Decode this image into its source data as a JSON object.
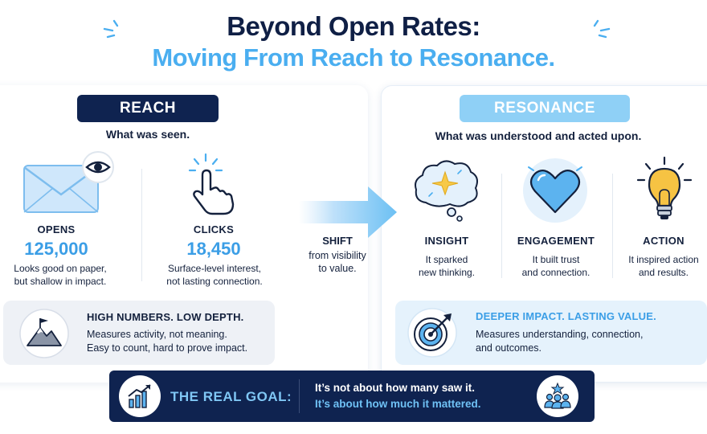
{
  "header": {
    "title_line1": "Beyond Open Rates:",
    "title_line2": "Moving From Reach to Resonance."
  },
  "reach": {
    "label": "REACH",
    "subtitle": "What was seen.",
    "metrics": [
      {
        "label": "OPENS",
        "value": "125,000",
        "desc_line1": "Looks good on paper,",
        "desc_line2": "but shallow in impact.",
        "icon": "envelope-eye-icon"
      },
      {
        "label": "CLICKS",
        "value": "18,450",
        "desc_line1": "Surface-level interest,",
        "desc_line2": "not lasting connection.",
        "icon": "pointer-hand-icon"
      }
    ],
    "summary": {
      "heading": "HIGH NUMBERS. LOW DEPTH.",
      "line1": "Measures activity, not meaning.",
      "line2": "Easy to count, hard to prove impact.",
      "icon": "mountain-flag-icon"
    }
  },
  "shift": {
    "label": "SHIFT",
    "line1": "from visibility",
    "line2": "to value.",
    "icon": "arrow-right-icon"
  },
  "resonance": {
    "label": "RESONANCE",
    "subtitle": "What was understood and acted upon.",
    "items": [
      {
        "label": "INSIGHT",
        "desc_line1": "It sparked",
        "desc_line2": "new thinking.",
        "icon": "thought-bubble-icon"
      },
      {
        "label": "ENGAGEMENT",
        "desc_line1": "It built trust",
        "desc_line2": "and connection.",
        "icon": "heart-icon"
      },
      {
        "label": "ACTION",
        "desc_line1": "It inspired action",
        "desc_line2": "and results.",
        "icon": "lightbulb-icon"
      }
    ],
    "summary": {
      "heading": "DEEPER IMPACT. LASTING VALUE.",
      "line1": "Measures understanding, connection,",
      "line2": "and outcomes.",
      "icon": "target-icon"
    }
  },
  "goal": {
    "title": "THE REAL GOAL:",
    "line1": "It’s not about how many saw it.",
    "line2": "It’s about how much it mattered.",
    "left_icon": "growth-chart-icon",
    "right_icon": "team-star-icon"
  },
  "colors": {
    "navy": "#0f2350",
    "accent_blue": "#3b9ee6",
    "light_blue": "#8fd0f6",
    "title_blue": "#4aaef0"
  }
}
